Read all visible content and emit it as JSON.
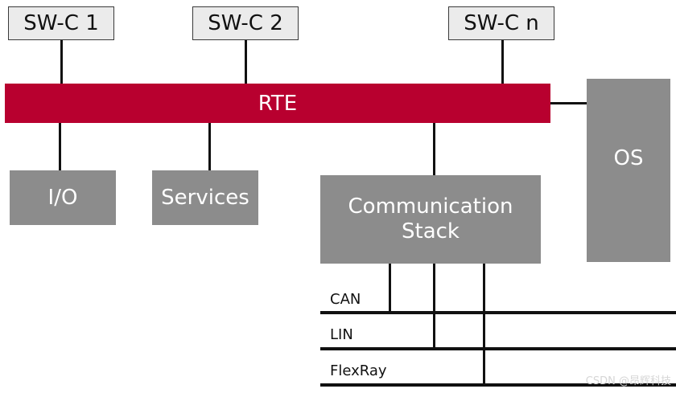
{
  "software_components": [
    "SW-C 1",
    "SW-C 2",
    "SW-C n"
  ],
  "rte": {
    "label": "RTE"
  },
  "basic_software": {
    "io": "I/O",
    "services": "Services",
    "communication_stack": [
      "Communication",
      "Stack"
    ],
    "os": "OS"
  },
  "buses": [
    "CAN",
    "LIN",
    "FlexRay"
  ],
  "watermark": "CSDN @昂辉科技",
  "colors": {
    "rte": "#b8002f",
    "module": "#8c8c8c",
    "swc_fill": "#ebebeb",
    "line": "#111111"
  }
}
